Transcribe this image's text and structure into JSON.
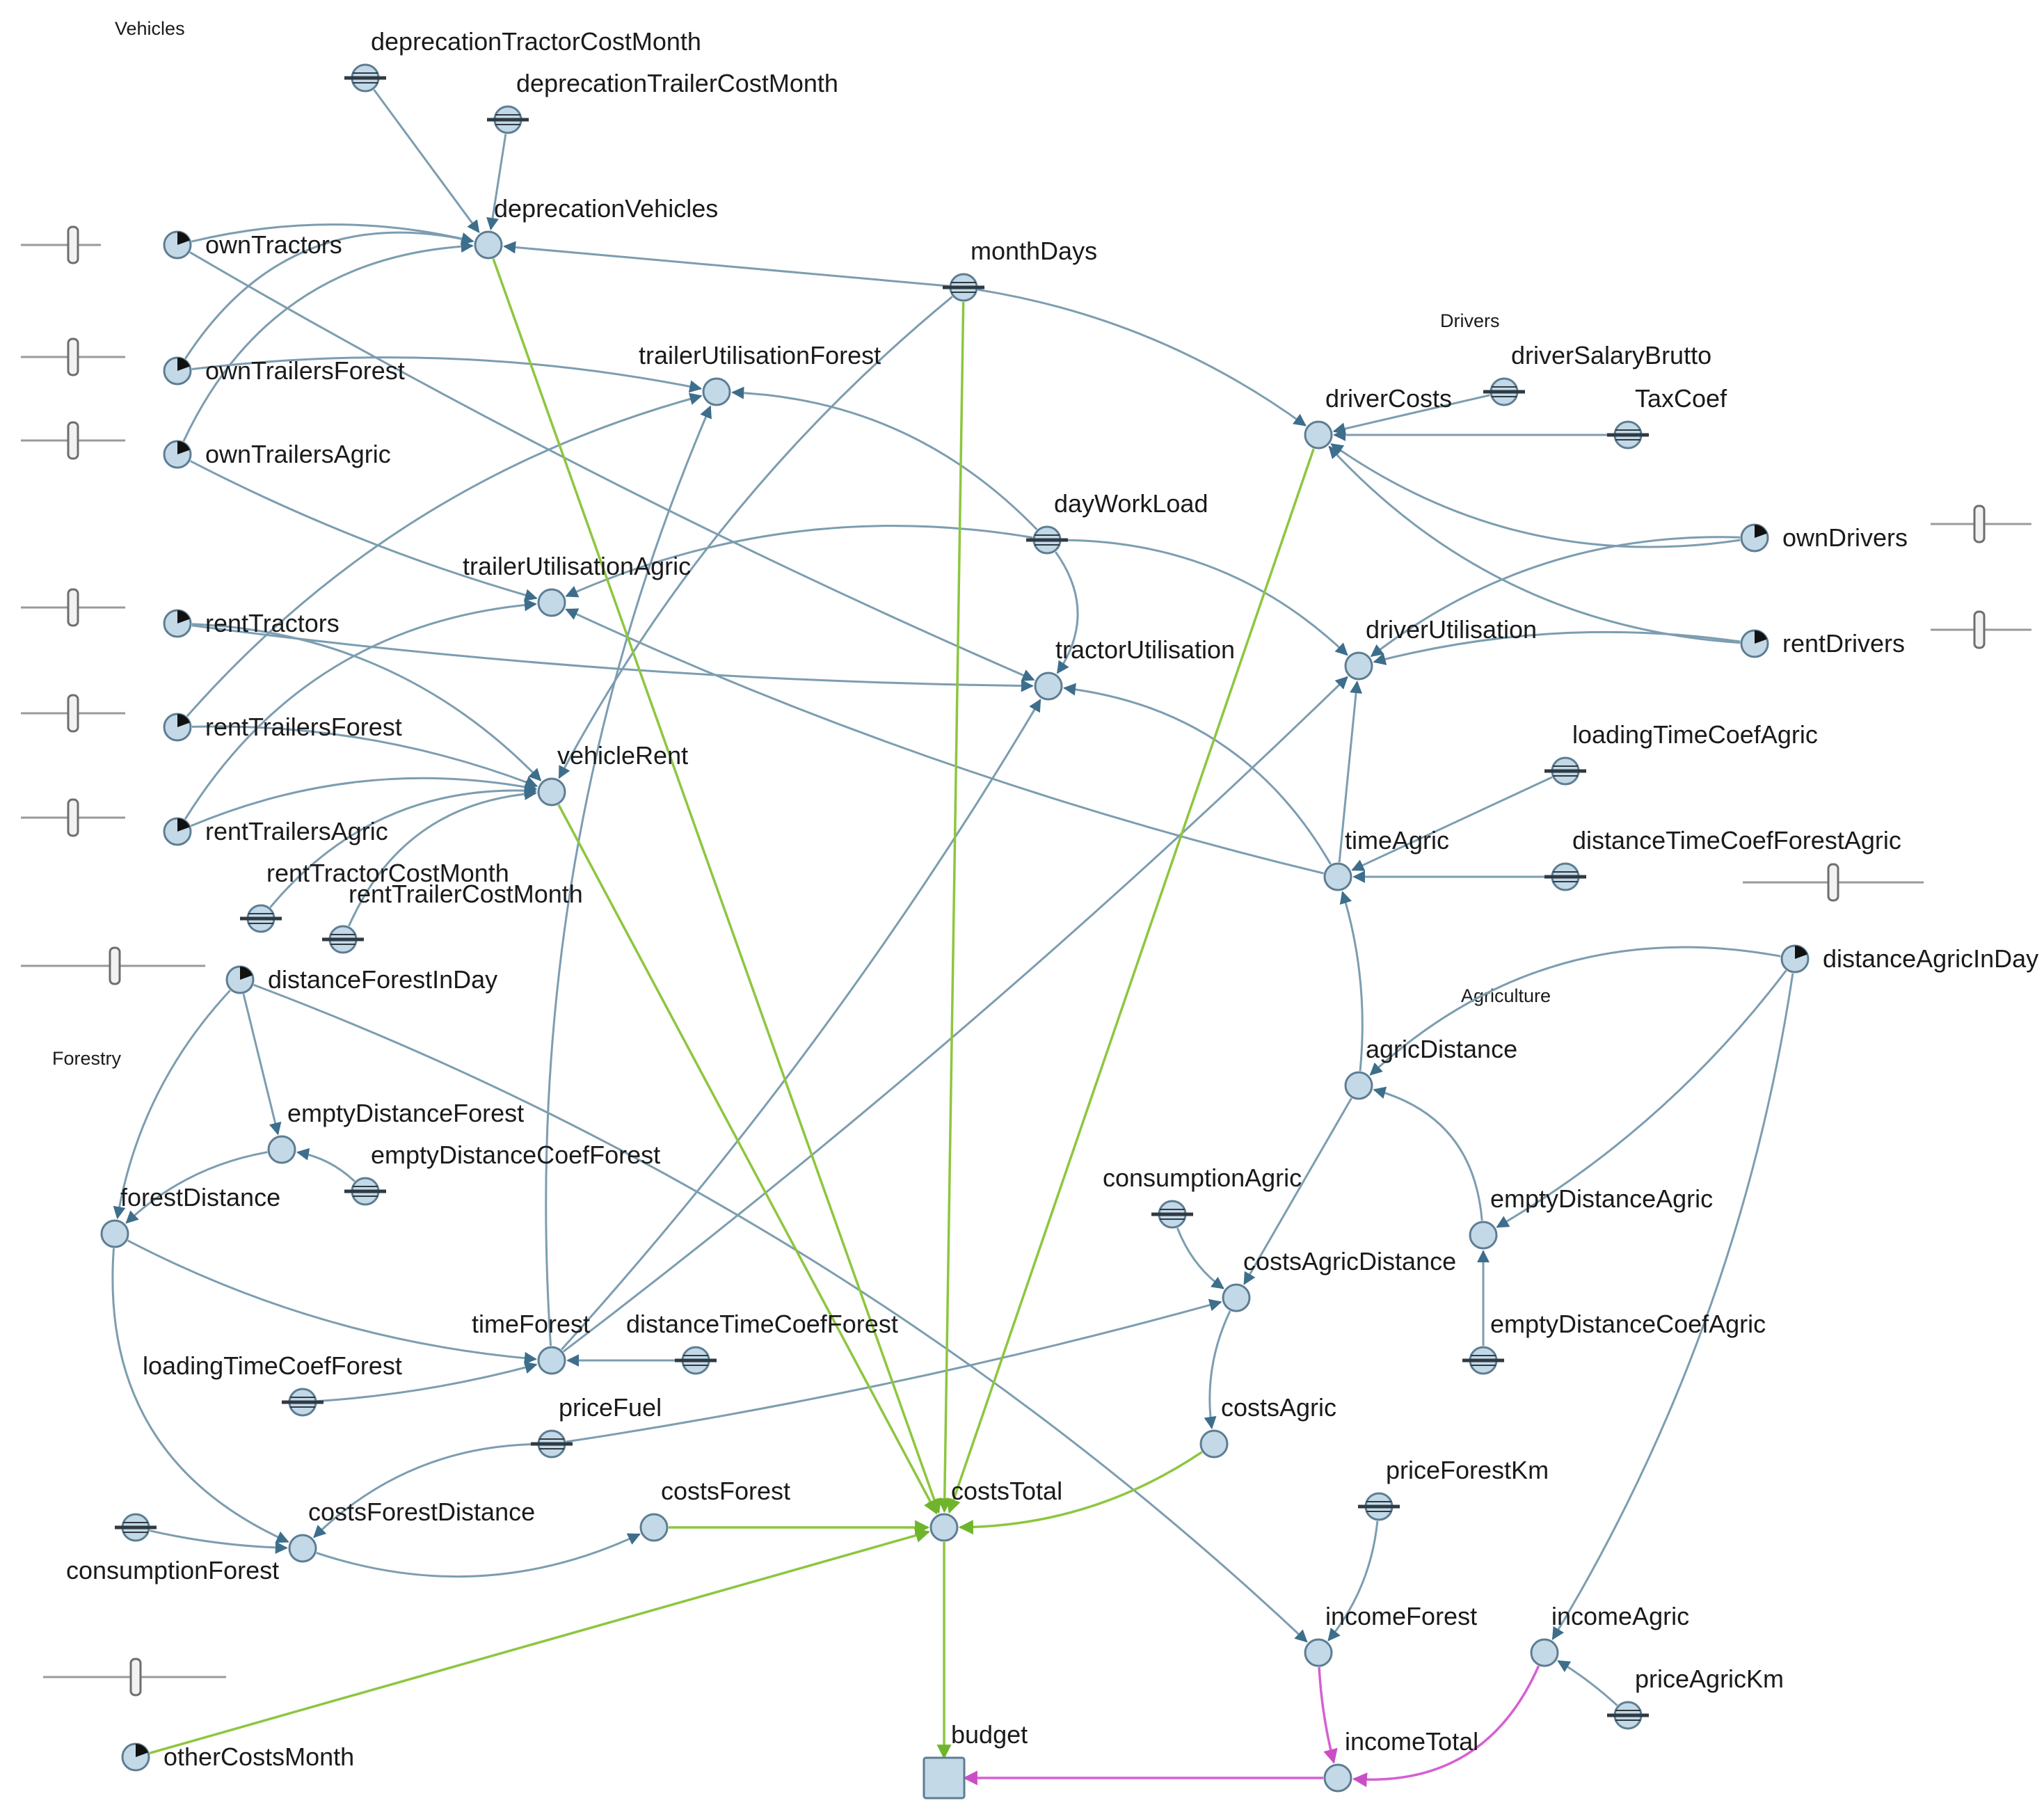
{
  "colors": {
    "link_default": "#7c9db0",
    "link_cost": "#8dc63f",
    "link_income": "#d65fd2",
    "node_fill": "#c3d9e8",
    "node_stroke": "#5e7d92"
  },
  "groups": {
    "vehicles": "Vehicles",
    "drivers": "Drivers",
    "forestry": "Forestry",
    "agriculture": "Agriculture"
  },
  "nodes": [
    {
      "id": "deprecationTractorCostMonth",
      "label": "deprecationTractorCostMonth",
      "kind": "constant"
    },
    {
      "id": "deprecationTrailerCostMonth",
      "label": "deprecationTrailerCostMonth",
      "kind": "constant"
    },
    {
      "id": "deprecationVehicles",
      "label": "deprecationVehicles",
      "kind": "auxiliary"
    },
    {
      "id": "ownTractors",
      "label": "ownTractors",
      "kind": "parameter"
    },
    {
      "id": "ownTrailersForest",
      "label": "ownTrailersForest",
      "kind": "parameter"
    },
    {
      "id": "ownTrailersAgric",
      "label": "ownTrailersAgric",
      "kind": "parameter"
    },
    {
      "id": "monthDays",
      "label": "monthDays",
      "kind": "constant"
    },
    {
      "id": "trailerUtilisationForest",
      "label": "trailerUtilisationForest",
      "kind": "auxiliary"
    },
    {
      "id": "driverSalaryBrutto",
      "label": "driverSalaryBrutto",
      "kind": "constant"
    },
    {
      "id": "TaxCoef",
      "label": "TaxCoef",
      "kind": "constant"
    },
    {
      "id": "driverCosts",
      "label": "driverCosts",
      "kind": "auxiliary"
    },
    {
      "id": "ownDrivers",
      "label": "ownDrivers",
      "kind": "parameter"
    },
    {
      "id": "rentDrivers",
      "label": "rentDrivers",
      "kind": "parameter"
    },
    {
      "id": "dayWorkLoad",
      "label": "dayWorkLoad",
      "kind": "constant"
    },
    {
      "id": "trailerUtilisationAgric",
      "label": "trailerUtilisationAgric",
      "kind": "auxiliary"
    },
    {
      "id": "tractorUtilisation",
      "label": "tractorUtilisation",
      "kind": "auxiliary"
    },
    {
      "id": "driverUtilisation",
      "label": "driverUtilisation",
      "kind": "auxiliary"
    },
    {
      "id": "rentTractors",
      "label": "rentTractors",
      "kind": "parameter"
    },
    {
      "id": "rentTrailersForest",
      "label": "rentTrailersForest",
      "kind": "parameter"
    },
    {
      "id": "rentTrailersAgric",
      "label": "rentTrailersAgric",
      "kind": "parameter"
    },
    {
      "id": "vehicleRent",
      "label": "vehicleRent",
      "kind": "auxiliary"
    },
    {
      "id": "rentTractorCostMonth",
      "label": "rentTractorCostMonth",
      "kind": "constant"
    },
    {
      "id": "rentTrailerCostMonth",
      "label": "rentTrailerCostMonth",
      "kind": "constant"
    },
    {
      "id": "loadingTimeCoefAgric",
      "label": "loadingTimeCoefAgric",
      "kind": "constant"
    },
    {
      "id": "timeAgric",
      "label": "timeAgric",
      "kind": "auxiliary"
    },
    {
      "id": "distanceTimeCoefForestAgric",
      "label": "distanceTimeCoefForestAgric",
      "kind": "constant"
    },
    {
      "id": "distanceForestInDay",
      "label": "distanceForestInDay",
      "kind": "parameter"
    },
    {
      "id": "distanceAgricInDay",
      "label": "distanceAgricInDay",
      "kind": "parameter"
    },
    {
      "id": "agricDistance",
      "label": "agricDistance",
      "kind": "auxiliary"
    },
    {
      "id": "emptyDistanceForest",
      "label": "emptyDistanceForest",
      "kind": "auxiliary"
    },
    {
      "id": "emptyDistanceCoefForest",
      "label": "emptyDistanceCoefForest",
      "kind": "constant"
    },
    {
      "id": "forestDistance",
      "label": "forestDistance",
      "kind": "auxiliary"
    },
    {
      "id": "consumptionAgric",
      "label": "consumptionAgric",
      "kind": "constant"
    },
    {
      "id": "emptyDistanceAgric",
      "label": "emptyDistanceAgric",
      "kind": "auxiliary"
    },
    {
      "id": "costsAgricDistance",
      "label": "costsAgricDistance",
      "kind": "auxiliary"
    },
    {
      "id": "timeForest",
      "label": "timeForest",
      "kind": "auxiliary"
    },
    {
      "id": "distanceTimeCoefForest",
      "label": "distanceTimeCoefForest",
      "kind": "constant"
    },
    {
      "id": "emptyDistanceCoefAgric",
      "label": "emptyDistanceCoefAgric",
      "kind": "constant"
    },
    {
      "id": "loadingTimeCoefForest",
      "label": "loadingTimeCoefForest",
      "kind": "constant"
    },
    {
      "id": "priceFuel",
      "label": "priceFuel",
      "kind": "constant"
    },
    {
      "id": "costsAgric",
      "label": "costsAgric",
      "kind": "auxiliary"
    },
    {
      "id": "priceForestKm",
      "label": "priceForestKm",
      "kind": "constant"
    },
    {
      "id": "costsForestDistance",
      "label": "costsForestDistance",
      "kind": "auxiliary"
    },
    {
      "id": "costsForest",
      "label": "costsForest",
      "kind": "auxiliary"
    },
    {
      "id": "costsTotal",
      "label": "costsTotal",
      "kind": "auxiliary"
    },
    {
      "id": "consumptionForest",
      "label": "consumptionForest",
      "kind": "constant"
    },
    {
      "id": "incomeForest",
      "label": "incomeForest",
      "kind": "auxiliary"
    },
    {
      "id": "incomeAgric",
      "label": "incomeAgric",
      "kind": "auxiliary"
    },
    {
      "id": "priceAgricKm",
      "label": "priceAgricKm",
      "kind": "constant"
    },
    {
      "id": "otherCostsMonth",
      "label": "otherCostsMonth",
      "kind": "parameter"
    },
    {
      "id": "budget",
      "label": "budget",
      "kind": "stock"
    },
    {
      "id": "incomeTotal",
      "label": "incomeTotal",
      "kind": "auxiliary"
    }
  ],
  "links": [
    {
      "from": "deprecationTractorCostMonth",
      "to": "deprecationVehicles",
      "kind": "default"
    },
    {
      "from": "deprecationTrailerCostMonth",
      "to": "deprecationVehicles",
      "kind": "default"
    },
    {
      "from": "ownTractors",
      "to": "deprecationVehicles",
      "kind": "default"
    },
    {
      "from": "ownTrailersForest",
      "to": "deprecationVehicles",
      "kind": "default"
    },
    {
      "from": "ownTrailersAgric",
      "to": "deprecationVehicles",
      "kind": "default"
    },
    {
      "from": "monthDays",
      "to": "deprecationVehicles",
      "kind": "default"
    },
    {
      "from": "ownTractors",
      "to": "tractorUtilisation",
      "kind": "default"
    },
    {
      "from": "ownTrailersForest",
      "to": "trailerUtilisationForest",
      "kind": "default"
    },
    {
      "from": "ownTrailersAgric",
      "to": "trailerUtilisationAgric",
      "kind": "default"
    },
    {
      "from": "monthDays",
      "to": "driverCosts",
      "kind": "default"
    },
    {
      "from": "monthDays",
      "to": "vehicleRent",
      "kind": "default"
    },
    {
      "from": "driverSalaryBrutto",
      "to": "driverCosts",
      "kind": "default"
    },
    {
      "from": "TaxCoef",
      "to": "driverCosts",
      "kind": "default"
    },
    {
      "from": "ownDrivers",
      "to": "driverCosts",
      "kind": "default"
    },
    {
      "from": "rentDrivers",
      "to": "driverCosts",
      "kind": "default"
    },
    {
      "from": "ownDrivers",
      "to": "driverUtilisation",
      "kind": "default"
    },
    {
      "from": "rentDrivers",
      "to": "driverUtilisation",
      "kind": "default"
    },
    {
      "from": "dayWorkLoad",
      "to": "trailerUtilisationForest",
      "kind": "default"
    },
    {
      "from": "dayWorkLoad",
      "to": "trailerUtilisationAgric",
      "kind": "default"
    },
    {
      "from": "dayWorkLoad",
      "to": "tractorUtilisation",
      "kind": "default"
    },
    {
      "from": "dayWorkLoad",
      "to": "driverUtilisation",
      "kind": "default"
    },
    {
      "from": "rentTractors",
      "to": "tractorUtilisation",
      "kind": "default"
    },
    {
      "from": "rentTractors",
      "to": "vehicleRent",
      "kind": "default"
    },
    {
      "from": "rentTrailersForest",
      "to": "trailerUtilisationForest",
      "kind": "default"
    },
    {
      "from": "rentTrailersForest",
      "to": "vehicleRent",
      "kind": "default"
    },
    {
      "from": "rentTrailersAgric",
      "to": "trailerUtilisationAgric",
      "kind": "default"
    },
    {
      "from": "rentTrailersAgric",
      "to": "vehicleRent",
      "kind": "default"
    },
    {
      "from": "rentTractorCostMonth",
      "to": "vehicleRent",
      "kind": "default"
    },
    {
      "from": "rentTrailerCostMonth",
      "to": "vehicleRent",
      "kind": "default"
    },
    {
      "from": "loadingTimeCoefAgric",
      "to": "timeAgric",
      "kind": "default"
    },
    {
      "from": "distanceTimeCoefForestAgric",
      "to": "timeAgric",
      "kind": "default"
    },
    {
      "from": "timeAgric",
      "to": "driverUtilisation",
      "kind": "default"
    },
    {
      "from": "timeAgric",
      "to": "tractorUtilisation",
      "kind": "default"
    },
    {
      "from": "timeAgric",
      "to": "trailerUtilisationAgric",
      "kind": "default"
    },
    {
      "from": "agricDistance",
      "to": "timeAgric",
      "kind": "default"
    },
    {
      "from": "distanceAgricInDay",
      "to": "agricDistance",
      "kind": "default"
    },
    {
      "from": "distanceAgricInDay",
      "to": "emptyDistanceAgric",
      "kind": "default"
    },
    {
      "from": "distanceAgricInDay",
      "to": "incomeAgric",
      "kind": "default"
    },
    {
      "from": "emptyDistanceAgric",
      "to": "agricDistance",
      "kind": "default"
    },
    {
      "from": "emptyDistanceCoefAgric",
      "to": "emptyDistanceAgric",
      "kind": "default"
    },
    {
      "from": "agricDistance",
      "to": "costsAgricDistance",
      "kind": "default"
    },
    {
      "from": "consumptionAgric",
      "to": "costsAgricDistance",
      "kind": "default"
    },
    {
      "from": "costsAgricDistance",
      "to": "costsAgric",
      "kind": "default"
    },
    {
      "from": "distanceForestInDay",
      "to": "emptyDistanceForest",
      "kind": "default"
    },
    {
      "from": "distanceForestInDay",
      "to": "forestDistance",
      "kind": "default"
    },
    {
      "from": "distanceForestInDay",
      "to": "incomeForest",
      "kind": "default"
    },
    {
      "from": "emptyDistanceCoefForest",
      "to": "emptyDistanceForest",
      "kind": "default"
    },
    {
      "from": "emptyDistanceForest",
      "to": "forestDistance",
      "kind": "default"
    },
    {
      "from": "forestDistance",
      "to": "timeForest",
      "kind": "default"
    },
    {
      "from": "forestDistance",
      "to": "costsForestDistance",
      "kind": "default"
    },
    {
      "from": "loadingTimeCoefForest",
      "to": "timeForest",
      "kind": "default"
    },
    {
      "from": "distanceTimeCoefForest",
      "to": "timeForest",
      "kind": "default"
    },
    {
      "from": "timeForest",
      "to": "trailerUtilisationForest",
      "kind": "default"
    },
    {
      "from": "timeForest",
      "to": "tractorUtilisation",
      "kind": "default"
    },
    {
      "from": "timeForest",
      "to": "driverUtilisation",
      "kind": "default"
    },
    {
      "from": "priceFuel",
      "to": "costsForestDistance",
      "kind": "default"
    },
    {
      "from": "priceFuel",
      "to": "costsAgricDistance",
      "kind": "default"
    },
    {
      "from": "consumptionForest",
      "to": "costsForestDistance",
      "kind": "default"
    },
    {
      "from": "costsForestDistance",
      "to": "costsForest",
      "kind": "default"
    },
    {
      "from": "priceForestKm",
      "to": "incomeForest",
      "kind": "default"
    },
    {
      "from": "priceAgricKm",
      "to": "incomeAgric",
      "kind": "default"
    },
    {
      "from": "deprecationVehicles",
      "to": "costsTotal",
      "kind": "cost"
    },
    {
      "from": "vehicleRent",
      "to": "costsTotal",
      "kind": "cost"
    },
    {
      "from": "monthDays",
      "to": "costsTotal",
      "kind": "cost"
    },
    {
      "from": "driverCosts",
      "to": "costsTotal",
      "kind": "cost"
    },
    {
      "from": "costsForest",
      "to": "costsTotal",
      "kind": "cost"
    },
    {
      "from": "costsAgric",
      "to": "costsTotal",
      "kind": "cost"
    },
    {
      "from": "otherCostsMonth",
      "to": "costsTotal",
      "kind": "cost"
    },
    {
      "from": "costsTotal",
      "to": "budget",
      "kind": "cost"
    },
    {
      "from": "incomeForest",
      "to": "incomeTotal",
      "kind": "income"
    },
    {
      "from": "incomeAgric",
      "to": "incomeTotal",
      "kind": "income"
    },
    {
      "from": "incomeTotal",
      "to": "budget",
      "kind": "income"
    }
  ],
  "sliders": [
    {
      "for": "ownTractors"
    },
    {
      "for": "ownTrailersForest"
    },
    {
      "for": "ownTrailersAgric"
    },
    {
      "for": "rentTractors"
    },
    {
      "for": "rentTrailersForest"
    },
    {
      "for": "rentTrailersAgric"
    },
    {
      "for": "distanceForestInDay"
    },
    {
      "for": "otherCostsMonth"
    },
    {
      "for": "ownDrivers"
    },
    {
      "for": "rentDrivers"
    },
    {
      "for": "distanceTimeCoefForestAgric"
    }
  ]
}
